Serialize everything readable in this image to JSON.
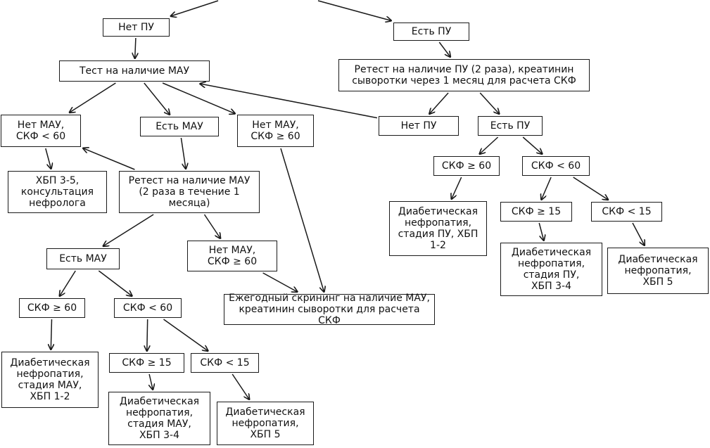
{
  "colors": {
    "line": "#1a1a1a",
    "text": "#111111",
    "background": "#ffffff"
  },
  "nodes": {
    "net_pu_top": "Нет ПУ",
    "est_pu_top": "Есть ПУ",
    "test_mau": "Тест на наличие МАУ",
    "retest_pu": "Ретест на наличие ПУ (2 раза), креатинин\nсыворотки через 1 месяц для расчета СКФ",
    "net_mau_skf_lt60": "Нет МАУ,\nСКФ < 60",
    "est_mau": "Есть МАУ",
    "net_mau_skf_ge60_a": "Нет МАУ,\nСКФ ≥ 60",
    "net_pu_mid": "Нет ПУ",
    "est_pu_mid": "Есть ПУ",
    "hbp_35": "ХБП 3-5,\nконсультация\nнефролога",
    "retest_mau": "Ретест на наличие МАУ\n(2 раза в течение 1\nмесяца)",
    "skf_ge60_r": "СКФ ≥ 60",
    "skf_lt60_r": "СКФ < 60",
    "dn_pu_12": "Диабетическая\nнефропатия,\nстадия ПУ, ХБП\n1-2",
    "skf_ge15_r": "СКФ ≥ 15",
    "skf_lt15_r": "СКФ < 15",
    "dn_pu_34": "Диабетическая\nнефропатия,\nстадия ПУ,\nХБП 3-4",
    "dn_hbp5_r": "Диабетическая\nнефропатия,\nХБП 5",
    "est_mau_low": "Есть МАУ",
    "net_mau_skf_ge60_b": "Нет МАУ,\nСКФ ≥ 60",
    "skf_ge60_l": "СКФ ≥ 60",
    "skf_lt60_l": "СКФ < 60",
    "annual_screen": "Ежегодный скрининг на наличие МАУ,\nкреатинин сыворотки для расчета СКФ",
    "dn_mau_12": "Диабетическая\nнефропатия,\nстадия МАУ,\nХБП 1-2",
    "skf_ge15_l": "СКФ ≥ 15",
    "skf_lt15_l": "СКФ < 15",
    "dn_mau_34": "Диабетическая\nнефропатия,\nстадия МАУ,\nХБП 3-4",
    "dn_hbp5_l": "Диабетическая\nнефропатия,\nХБП 5"
  },
  "edges": [
    [
      "_topL",
      "net_pu_top"
    ],
    [
      "_topR",
      "est_pu_top"
    ],
    [
      "net_pu_top",
      "test_mau"
    ],
    [
      "est_pu_top",
      "retest_pu"
    ],
    [
      "test_mau",
      "net_mau_skf_lt60"
    ],
    [
      "test_mau",
      "est_mau"
    ],
    [
      "test_mau",
      "net_mau_skf_ge60_a"
    ],
    [
      "net_pu_mid",
      "test_mau"
    ],
    [
      "retest_pu",
      "net_pu_mid"
    ],
    [
      "retest_pu",
      "est_pu_mid"
    ],
    [
      "net_mau_skf_lt60",
      "hbp_35"
    ],
    [
      "est_mau",
      "retest_mau"
    ],
    [
      "retest_mau",
      "net_mau_skf_lt60"
    ],
    [
      "net_mau_skf_ge60_a",
      "annual_screen"
    ],
    [
      "est_pu_mid",
      "skf_ge60_r"
    ],
    [
      "est_pu_mid",
      "skf_lt60_r"
    ],
    [
      "skf_ge60_r",
      "dn_pu_12"
    ],
    [
      "skf_lt60_r",
      "skf_ge15_r"
    ],
    [
      "skf_lt60_r",
      "skf_lt15_r"
    ],
    [
      "skf_ge15_r",
      "dn_pu_34"
    ],
    [
      "skf_lt15_r",
      "dn_hbp5_r"
    ],
    [
      "retest_mau",
      "est_mau_low"
    ],
    [
      "retest_mau",
      "net_mau_skf_ge60_b"
    ],
    [
      "net_mau_skf_ge60_b",
      "annual_screen"
    ],
    [
      "est_mau_low",
      "skf_ge60_l"
    ],
    [
      "est_mau_low",
      "skf_lt60_l"
    ],
    [
      "skf_ge60_l",
      "dn_mau_12"
    ],
    [
      "skf_lt60_l",
      "skf_ge15_l"
    ],
    [
      "skf_lt60_l",
      "skf_lt15_l"
    ],
    [
      "skf_ge15_l",
      "dn_mau_34"
    ],
    [
      "skf_lt15_l",
      "dn_hbp5_l"
    ]
  ]
}
